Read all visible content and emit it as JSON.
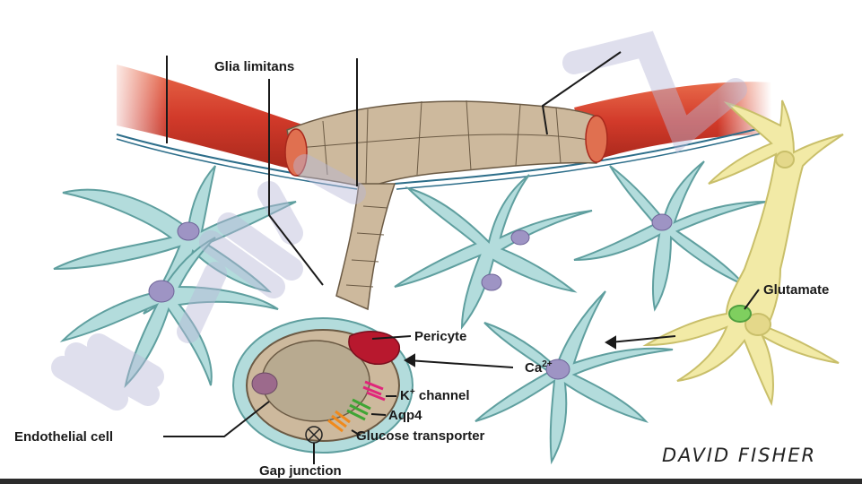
{
  "diagram": {
    "labels": {
      "glia_limitans": "Glia limitans",
      "glutamate": "Glutamate",
      "pericyte": "Pericyte",
      "calcium_base": "Ca",
      "calcium_sup": "2+",
      "k_base": "K",
      "k_sup": "+",
      "k_channel": " channel",
      "aqp4": "Aqp4",
      "endothelial_cell": "Endothelial cell",
      "glucose_transporter": "Glucose transporter",
      "gap_junction": "Gap junction"
    },
    "signature": "DAVID FISHER",
    "watermark": "Hi 'n' Bi",
    "colors": {
      "vessel": "#d23a2a",
      "vessel_dark": "#a8281c",
      "capillary": "#cdb99d",
      "astrocyte": "#b3dcdc",
      "astrocyte_edge": "#5f9f9f",
      "nucleus": "#9e94c4",
      "neuron": "#f2eaa6",
      "pericyte": "#b8182e",
      "k_channel": "#e0267a",
      "aqp4": "#3fa535",
      "glucose": "#f08a1c",
      "watermark": "#b9b9d6"
    }
  }
}
